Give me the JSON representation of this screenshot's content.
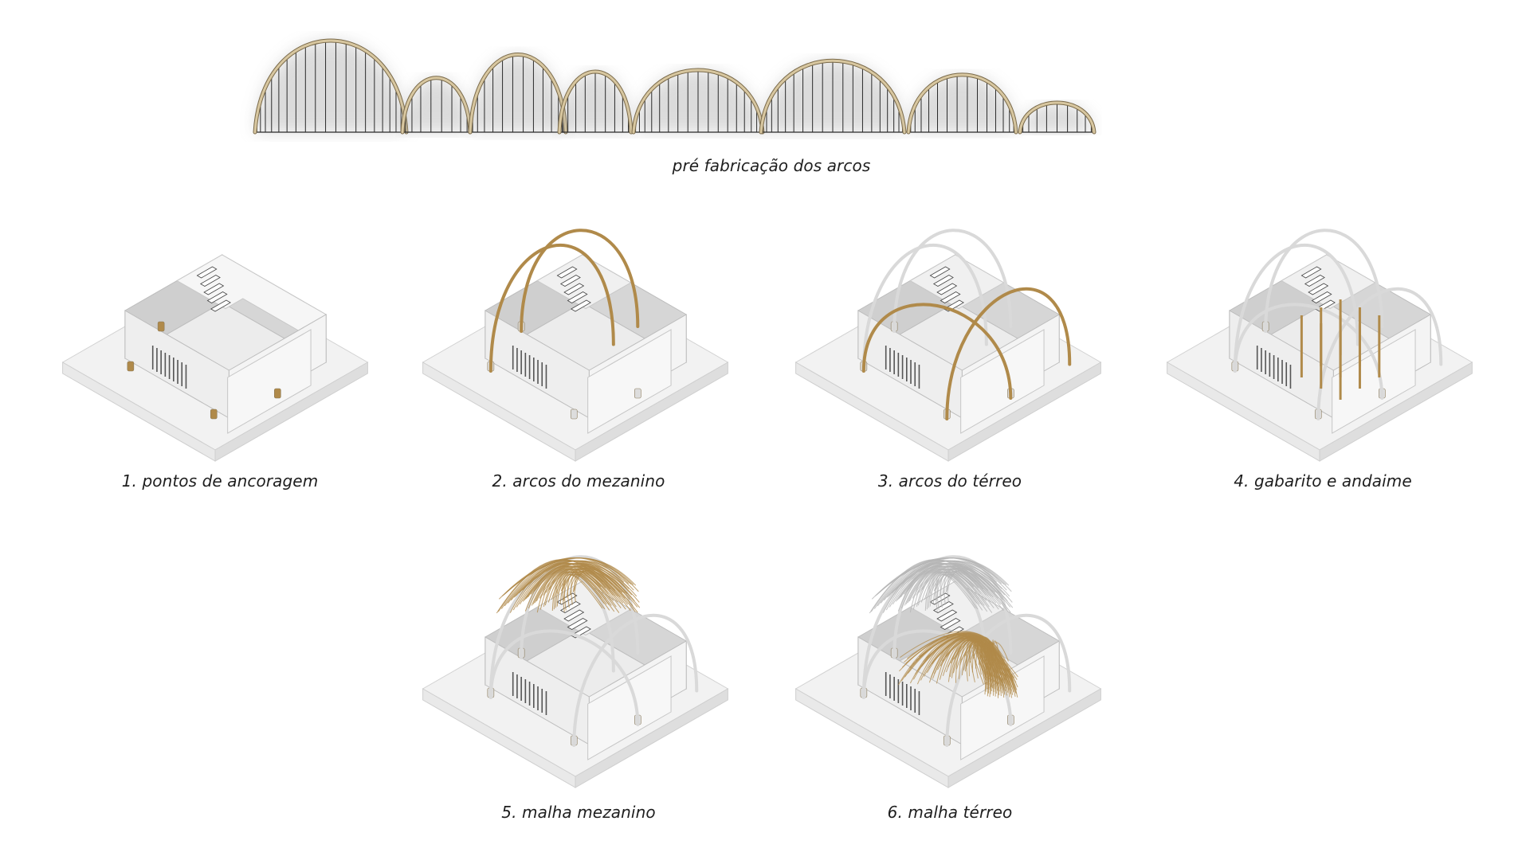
{
  "top": {
    "caption": "pré fabricação dos arcos"
  },
  "colors": {
    "bamboo": "#b08a4a",
    "bamboo_light": "#d8c7a0",
    "model": "#e6e6e6",
    "base": "#f2f2f2",
    "stroke": "#8a8a8a"
  },
  "steps": [
    {
      "label": "1. pontos de ancoragem",
      "stage": 1
    },
    {
      "label": "2. arcos do mezanino",
      "stage": 2
    },
    {
      "label": "3. arcos do térreo",
      "stage": 3
    },
    {
      "label": "4. gabarito e andaime",
      "stage": 4
    },
    {
      "label": "5. malha mezanino",
      "stage": 5
    },
    {
      "label": "6. malha térreo",
      "stage": 6
    }
  ]
}
